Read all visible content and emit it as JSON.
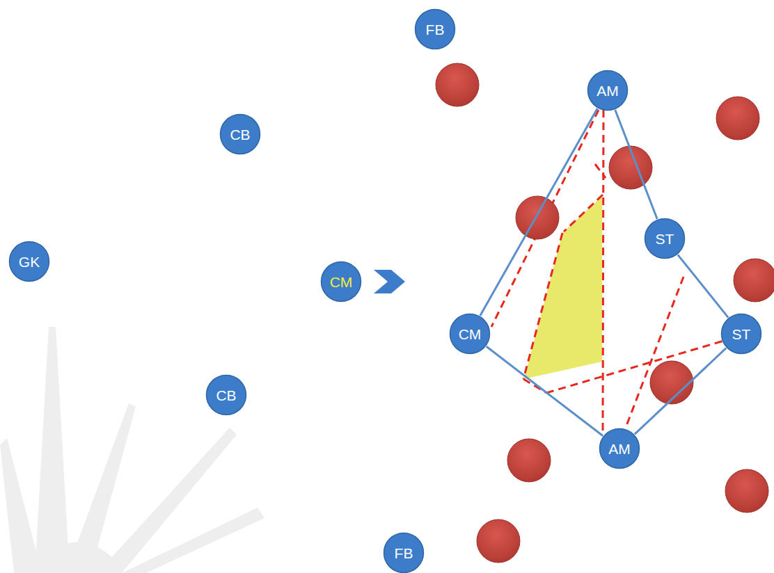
{
  "diagram": {
    "nodes": [
      {
        "text": [
          "FB"
        ]
      },
      {
        "text": [
          "AM"
        ]
      },
      {
        "text": [
          "CB"
        ]
      },
      {
        "text": [
          "ST"
        ]
      },
      {
        "text": [
          "GK"
        ]
      },
      {
        "text": [
          "CM"
        ]
      },
      {
        "text": [
          "CM"
        ]
      },
      {
        "text": [
          "ST"
        ]
      },
      {
        "text": [
          "CB"
        ]
      },
      {
        "text": [
          "AM"
        ]
      },
      {
        "text": [
          "FB"
        ]
      }
    ],
    "edges": [
      {
        "from": 1,
        "to": 6,
        "arrow": "none"
      },
      {
        "from": 1,
        "to": 3,
        "arrow": "none"
      },
      {
        "from": 3,
        "to": 7,
        "arrow": "none"
      },
      {
        "from": 6,
        "to": 9,
        "arrow": "none"
      },
      {
        "from": 7,
        "to": 9,
        "arrow": "none"
      }
    ]
  }
}
